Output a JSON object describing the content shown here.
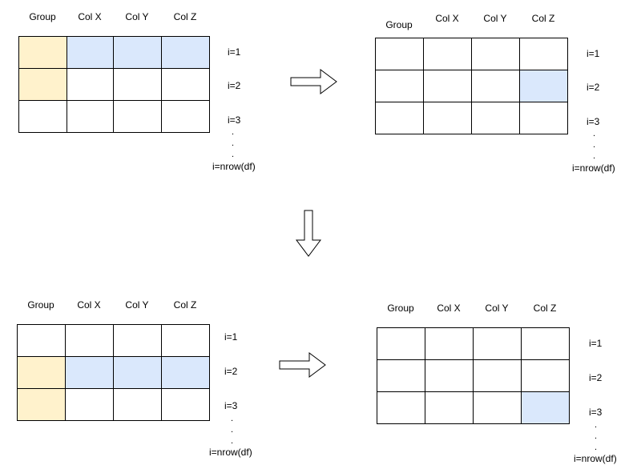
{
  "colors": {
    "group_highlight": "#fff2cc",
    "row_highlight": "#dae8fc",
    "cell_highlight": "#dae8fc",
    "border": "#000000"
  },
  "panels": [
    {
      "id": "top-left",
      "headers": [
        "Group",
        "Col X",
        "Col Y",
        "Col Z"
      ],
      "row_labels": [
        "i=1",
        "i=2",
        "i=3"
      ],
      "dots": [
        ".",
        ".",
        "."
      ],
      "last_label": "i=nrow(df)",
      "highlighted_row": 1,
      "highlighted_cell": null
    },
    {
      "id": "top-right",
      "headers": [
        "Group",
        "Col X",
        "Col Y",
        "Col Z"
      ],
      "row_labels": [
        "i=1",
        "i=2",
        "i=3"
      ],
      "dots": [
        ".",
        ".",
        "."
      ],
      "last_label": "i=nrow(df)",
      "highlighted_row": null,
      "highlighted_cell": [
        2,
        4
      ]
    },
    {
      "id": "bottom-left",
      "headers": [
        "Group",
        "Col X",
        "Col Y",
        "Col Z"
      ],
      "row_labels": [
        "i=1",
        "i=2",
        "i=3"
      ],
      "dots": [
        ".",
        ".",
        "."
      ],
      "last_label": "i=nrow(df)",
      "highlighted_row": 2,
      "highlighted_cell": null
    },
    {
      "id": "bottom-right",
      "headers": [
        "Group",
        "Col X",
        "Col Y",
        "Col Z"
      ],
      "row_labels": [
        "i=1",
        "i=2",
        "i=3"
      ],
      "dots": [
        ".",
        ".",
        "."
      ],
      "last_label": "i=nrow(df)",
      "highlighted_row": null,
      "highlighted_cell": [
        3,
        4
      ]
    }
  ],
  "arrows": [
    {
      "id": "arrow-top-right",
      "direction": "right"
    },
    {
      "id": "arrow-down",
      "direction": "down"
    },
    {
      "id": "arrow-bottom-right",
      "direction": "right"
    }
  ]
}
